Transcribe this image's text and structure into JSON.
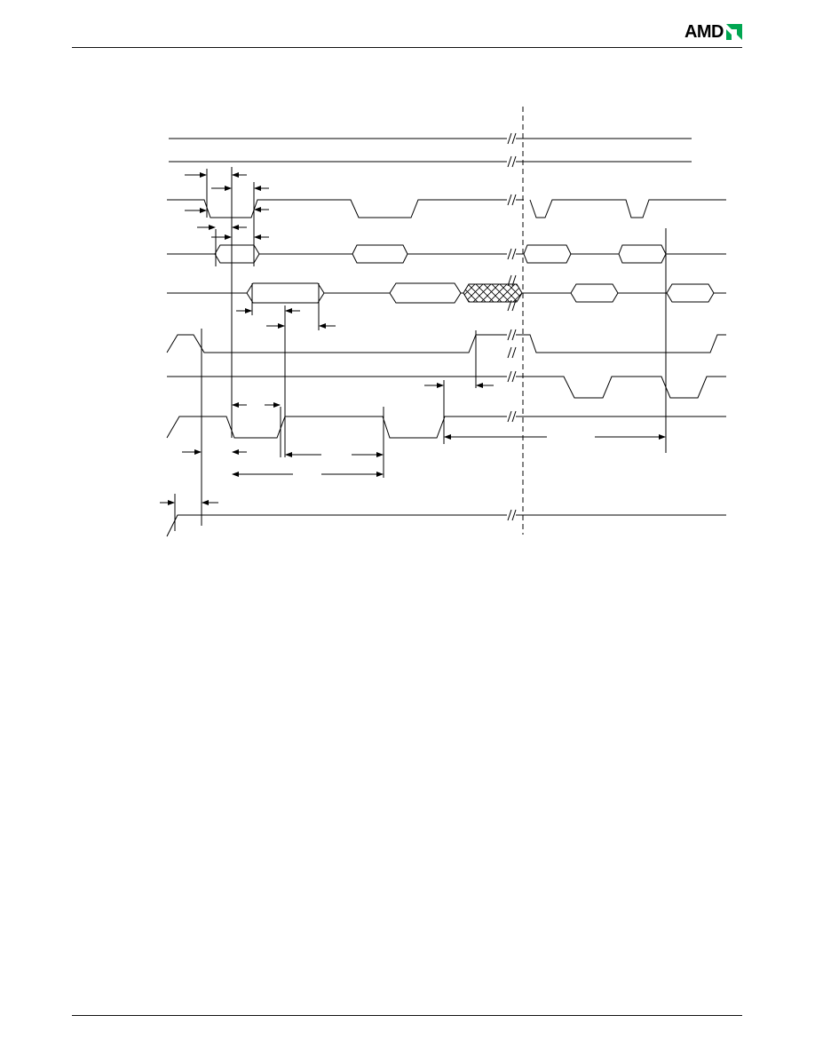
{
  "header": {
    "logo_text": "AMD",
    "logo_icon": "amd-arrow-icon",
    "logo_color": "#00a651"
  },
  "diagram": {
    "type": "timing-waveform",
    "stroke_color": "#000000",
    "signal_count": 9,
    "break_marker": "//",
    "has_dashed_time_break": true,
    "has_crosshatched_invalid_region": true
  }
}
